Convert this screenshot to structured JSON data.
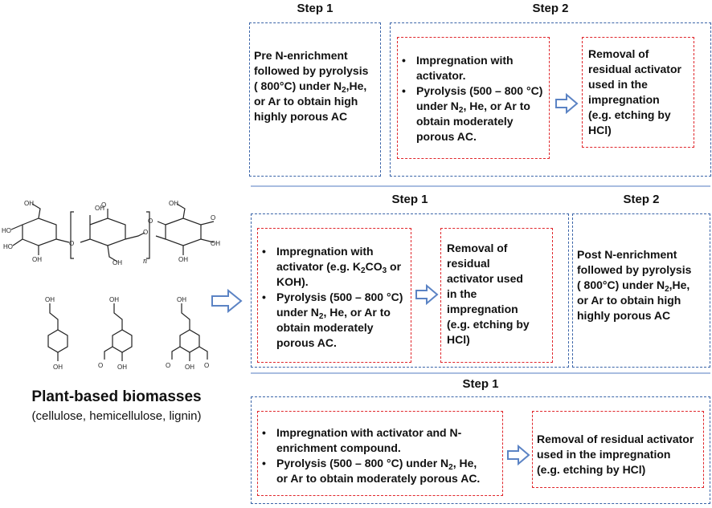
{
  "rows": [
    {
      "step1_title": "Step 1",
      "step2_title": "Step 2",
      "pre_enrichment": {
        "line1": "Pre N-enrichment",
        "line2": "followed by pyrolysis",
        "line3_a": "( 800°C) under N",
        "sub_2": "2",
        "line3_b": ",He,",
        "line4": "or Ar to obtain high",
        "line5": "highly porous AC"
      },
      "impregnation": {
        "bullet1_l1": "Impregnation with",
        "bullet1_l2": "activator.",
        "bullet2_l1": "Pyrolysis (500 – 800 °C)",
        "bullet2_l2a": "under N",
        "sub_2": "2",
        "bullet2_l2b": ", He, or Ar to",
        "bullet2_l3": "obtain moderately",
        "bullet2_l4": "porous AC."
      },
      "removal": {
        "l1": "Removal of",
        "l2": "residual activator",
        "l3": "used in the",
        "l4": "impregnation",
        "l5": "(e.g. etching by",
        "l6": "HCl)"
      }
    },
    {
      "step1_title": "Step 1",
      "step2_title": "Step 2",
      "impregnation": {
        "bullet1_l1": "Impregnation with",
        "bullet1_l2a": "activator (e.g. K",
        "sub_2": "2",
        "bullet1_l2b": "CO",
        "sub_3": "3",
        "bullet1_l2c": " or",
        "bullet1_l3": "KOH).",
        "bullet2_l1": "Pyrolysis (500 – 800 °C)",
        "bullet2_l2a": "under N",
        "bullet2_l2b": ", He, or Ar to",
        "bullet2_l3": "obtain moderately",
        "bullet2_l4": "porous AC."
      },
      "removal": {
        "l1": "Removal of",
        "l2": "residual",
        "l3": "activator used",
        "l4": "in the",
        "l5": "impregnation",
        "l6": "(e.g. etching by",
        "l7": "HCl)"
      },
      "post_enrichment": {
        "line1": "Post N-enrichment",
        "line2": "followed by pyrolysis",
        "line3_a": "( 800°C) under N",
        "sub_2": "2",
        "line3_b": ",He,",
        "line4": "or Ar to obtain high",
        "line5": "highly porous AC"
      }
    },
    {
      "step1_title": "Step 1",
      "impregnation": {
        "bullet1_l1": "Impregnation with activator and N-",
        "bullet1_l2": "enrichment compound.",
        "bullet2_l1a": "Pyrolysis (500 – 800 °C) under N",
        "sub_2": "2",
        "bullet2_l1b": ", He,",
        "bullet2_l2": "or Ar to obtain moderately porous AC."
      },
      "removal": {
        "l1": "Removal of residual activator",
        "l2": "used in the impregnation",
        "l3": "(e.g. etching by HCl)"
      }
    }
  ],
  "left_panel": {
    "polymer_subscript": "n",
    "caption_title": "Plant-based biomasses",
    "caption_subtitle": "(cellulose, hemicellulose, lignin)"
  },
  "colors": {
    "outer_dashed": "#3a64a8",
    "inner_dashed": "#e0262b",
    "arrow": "#5b83c4",
    "separator": "#a9bde0"
  },
  "icons": [
    "cellulose-structure",
    "lignin-monomer",
    "hollow-right-arrow"
  ]
}
